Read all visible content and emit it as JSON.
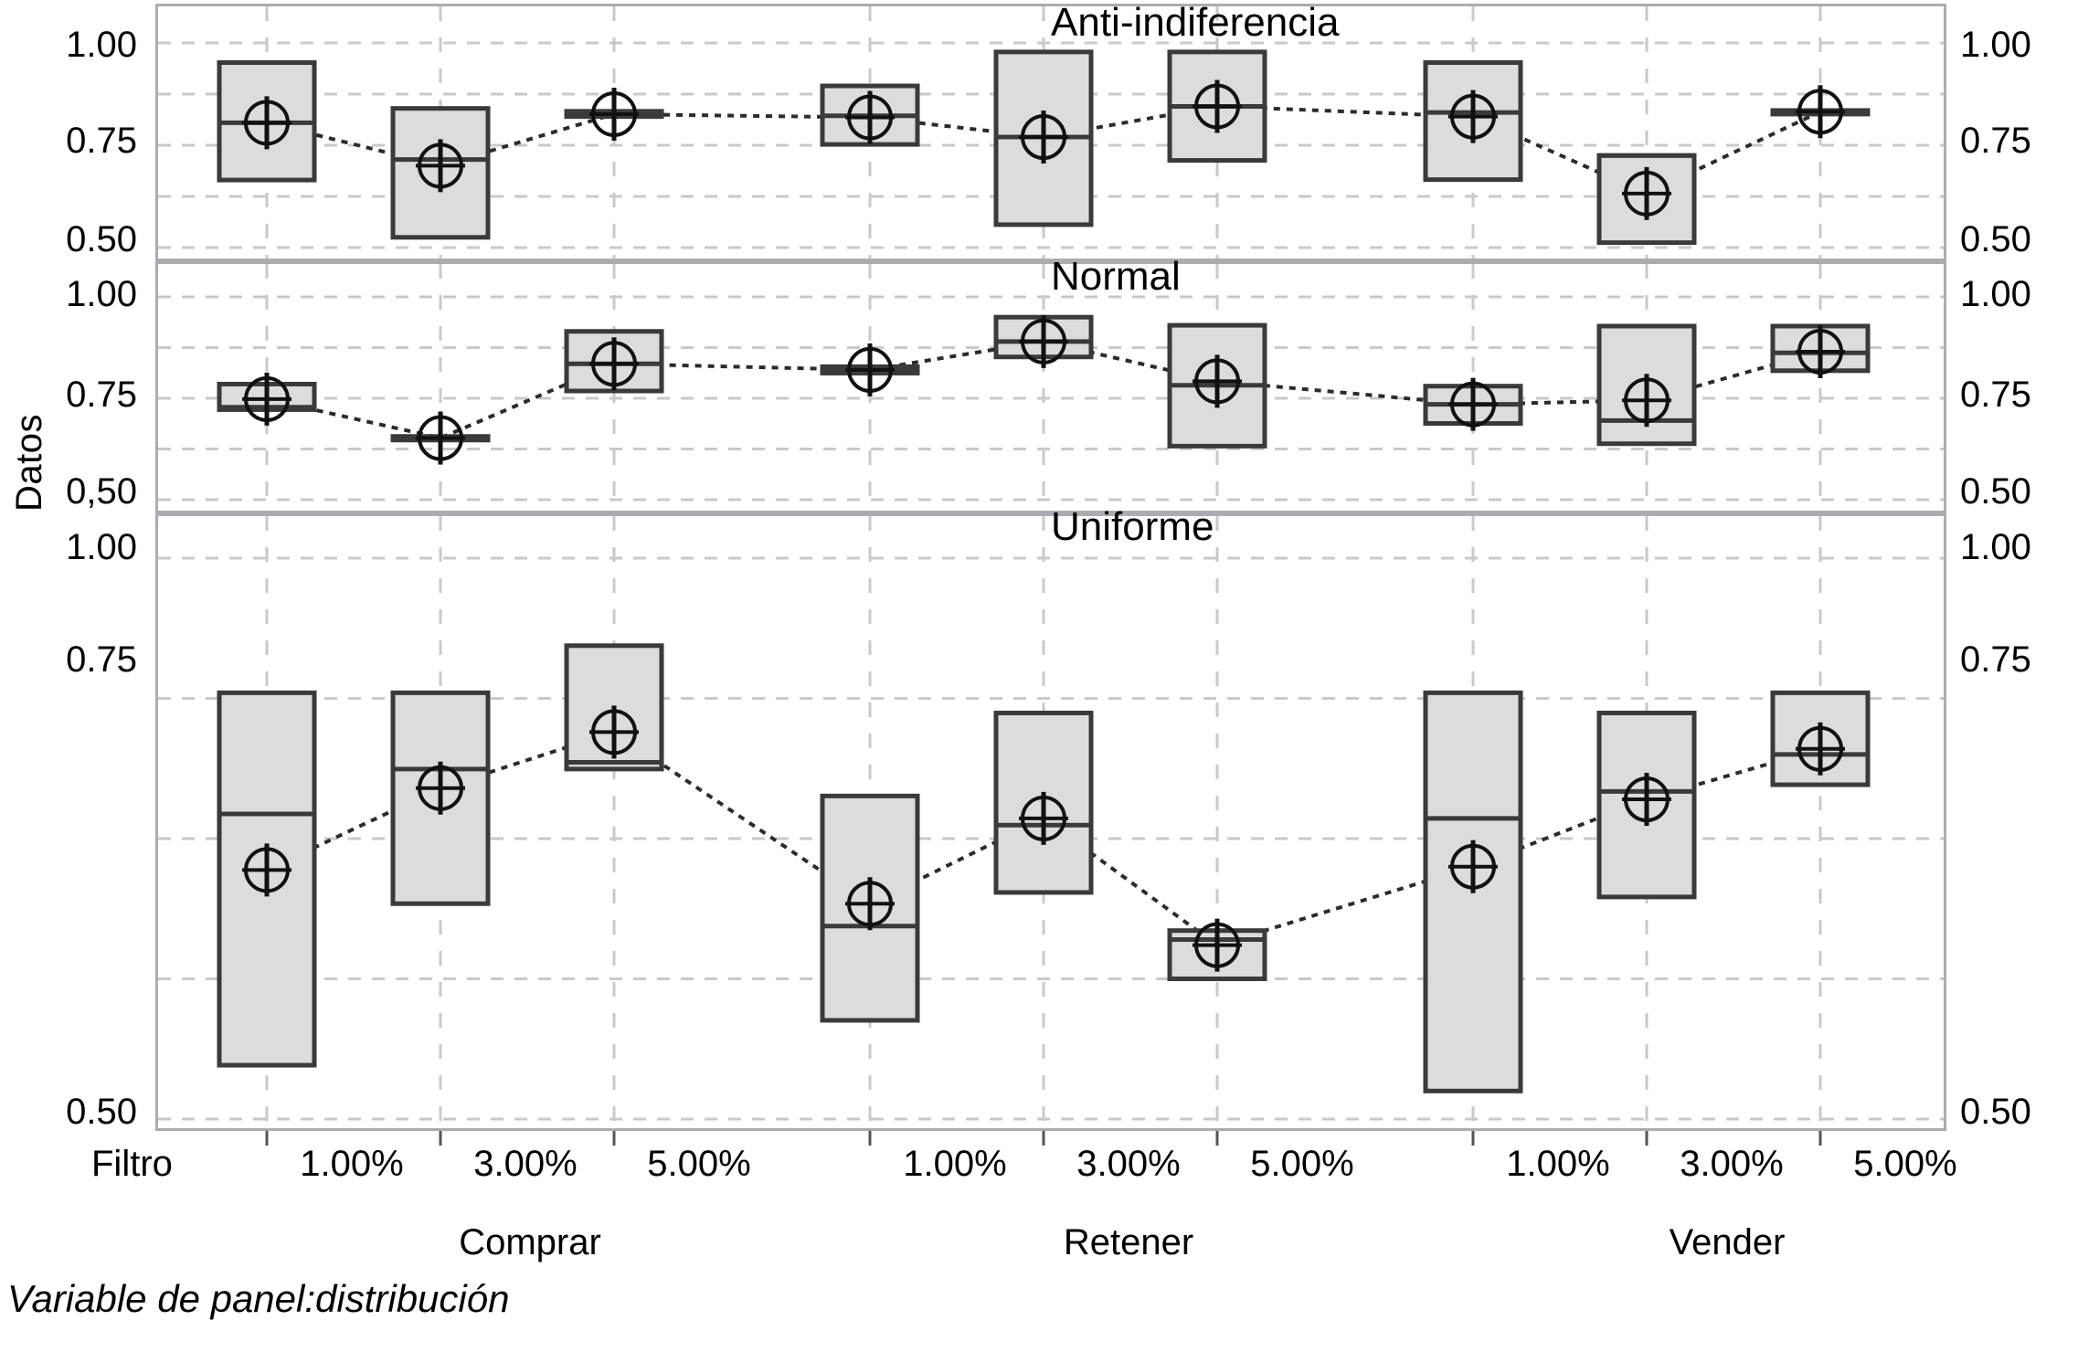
{
  "axes": {
    "y_axis_title": "Datos",
    "y_ticks_panel1": [
      "1.00",
      "0.75",
      "0.50"
    ],
    "y_ticks_panel2": [
      "1.00",
      "0.75",
      "0,50"
    ],
    "y_ticks_panel3": [
      "1.00",
      "0.75",
      "0.50"
    ],
    "x_axis_row_label": "Filtro",
    "x_tick_labels": [
      "1.00%",
      "3.00%",
      "5.00%",
      "1.00%",
      "3.00%",
      "5.00%",
      "1.00%",
      "3.00%",
      "5.00%"
    ],
    "group_labels": [
      "Comprar",
      "Retener",
      "Vender"
    ]
  },
  "panel_titles": [
    "Anti-indiferencia",
    "Normal",
    "Uniforme"
  ],
  "footer": "Variable de panel:distribución",
  "style": {
    "box_fill": "#dcdcdc",
    "box_stroke": "#3a3a3a",
    "panel_border": "#a9adb2",
    "grid_color": "#c9c9c9",
    "line_color": "#2b2b2b"
  },
  "chart_data": {
    "type": "box",
    "title": "",
    "xlabel": "Filtro",
    "ylabel": "Datos",
    "ylim": [
      0.5,
      1.0
    ],
    "grid": true,
    "legend": false,
    "panel_variable": "distribución",
    "panels": [
      "Anti-indiferencia",
      "Normal",
      "Uniforme"
    ],
    "groups": [
      "Comprar",
      "Retener",
      "Vender"
    ],
    "categories": [
      "1.00%",
      "3.00%",
      "5.00%",
      "1.00%",
      "3.00%",
      "5.00%",
      "1.00%",
      "3.00%",
      "5.00%"
    ],
    "series": [
      {
        "name": "Anti-indiferencia",
        "boxes": [
          {
            "category": "Comprar 1.00%",
            "q1": 0.665,
            "median": 0.805,
            "q3": 0.952,
            "mean": 0.805
          },
          {
            "category": "Comprar 3.00%",
            "q1": 0.525,
            "median": 0.715,
            "q3": 0.84,
            "mean": 0.7
          },
          {
            "category": "Comprar 5.00%",
            "q1": 0.82,
            "median": 0.826,
            "q3": 0.833,
            "mean": 0.826
          },
          {
            "category": "Retener 1.00%",
            "q1": 0.752,
            "median": 0.822,
            "q3": 0.895,
            "mean": 0.818
          },
          {
            "category": "Retener 3.00%",
            "q1": 0.556,
            "median": 0.77,
            "q3": 0.978,
            "mean": 0.77
          },
          {
            "category": "Retener 5.00%",
            "q1": 0.713,
            "median": 0.845,
            "q3": 0.978,
            "mean": 0.845
          },
          {
            "category": "Vender 1.00%",
            "q1": 0.666,
            "median": 0.83,
            "q3": 0.952,
            "mean": 0.82
          },
          {
            "category": "Vender 3.00%",
            "q1": 0.512,
            "median": 0.725,
            "q3": 0.725,
            "mean": 0.632
          },
          {
            "category": "Vender 5.00%",
            "q1": 0.832,
            "median": 0.832,
            "q3": 0.835,
            "mean": 0.832
          }
        ],
        "mean_line": [
          0.805,
          0.7,
          0.826,
          0.818,
          0.77,
          0.845,
          0.82,
          0.632,
          0.832
        ]
      },
      {
        "name": "Normal",
        "boxes": [
          {
            "category": "Comprar 1.00%",
            "q1": 0.722,
            "median": 0.728,
            "q3": 0.785,
            "mean": 0.748
          },
          {
            "category": "Comprar 3.00%",
            "q1": 0.652,
            "median": 0.652,
            "q3": 0.656,
            "mean": 0.652
          },
          {
            "category": "Comprar 5.00%",
            "q1": 0.768,
            "median": 0.835,
            "q3": 0.915,
            "mean": 0.835
          },
          {
            "category": "Retener 1.00%",
            "q1": 0.812,
            "median": 0.82,
            "q3": 0.828,
            "mean": 0.82
          },
          {
            "category": "Retener 3.00%",
            "q1": 0.852,
            "median": 0.89,
            "q3": 0.95,
            "mean": 0.89
          },
          {
            "category": "Retener 5.00%",
            "q1": 0.632,
            "median": 0.782,
            "q3": 0.93,
            "mean": 0.792
          },
          {
            "category": "Vender 1.00%",
            "q1": 0.688,
            "median": 0.735,
            "q3": 0.78,
            "mean": 0.735
          },
          {
            "category": "Vender 3.00%",
            "q1": 0.638,
            "median": 0.695,
            "q3": 0.928,
            "mean": 0.745
          },
          {
            "category": "Vender 5.00%",
            "q1": 0.818,
            "median": 0.862,
            "q3": 0.928,
            "mean": 0.865
          }
        ],
        "mean_line": [
          0.748,
          0.652,
          0.835,
          0.82,
          0.89,
          0.792,
          0.735,
          0.745,
          0.865
        ]
      },
      {
        "name": "Uniforme",
        "boxes": [
          {
            "category": "Comprar 1.00%",
            "q1": 0.548,
            "median": 0.772,
            "q3": 0.88,
            "mean": 0.722
          },
          {
            "category": "Comprar 3.00%",
            "q1": 0.692,
            "median": 0.812,
            "q3": 0.88,
            "mean": 0.795
          },
          {
            "category": "Comprar 5.00%",
            "q1": 0.812,
            "median": 0.818,
            "q3": 0.922,
            "mean": 0.845
          },
          {
            "category": "Retener 1.00%",
            "q1": 0.588,
            "median": 0.672,
            "q3": 0.788,
            "mean": 0.692
          },
          {
            "category": "Retener 3.00%",
            "q1": 0.702,
            "median": 0.762,
            "q3": 0.862,
            "mean": 0.768
          },
          {
            "category": "Retener 5.00%",
            "q1": 0.625,
            "median": 0.66,
            "q3": 0.668,
            "mean": 0.655
          },
          {
            "category": "Vender 1.00%",
            "q1": 0.525,
            "median": 0.768,
            "q3": 0.88,
            "mean": 0.725
          },
          {
            "category": "Vender 3.00%",
            "q1": 0.698,
            "median": 0.792,
            "q3": 0.862,
            "mean": 0.785
          },
          {
            "category": "Vender 5.00%",
            "q1": 0.798,
            "median": 0.825,
            "q3": 0.88,
            "mean": 0.83
          }
        ],
        "mean_line": [
          0.722,
          0.795,
          0.845,
          0.692,
          0.768,
          0.655,
          0.725,
          0.785,
          0.83
        ]
      }
    ]
  }
}
